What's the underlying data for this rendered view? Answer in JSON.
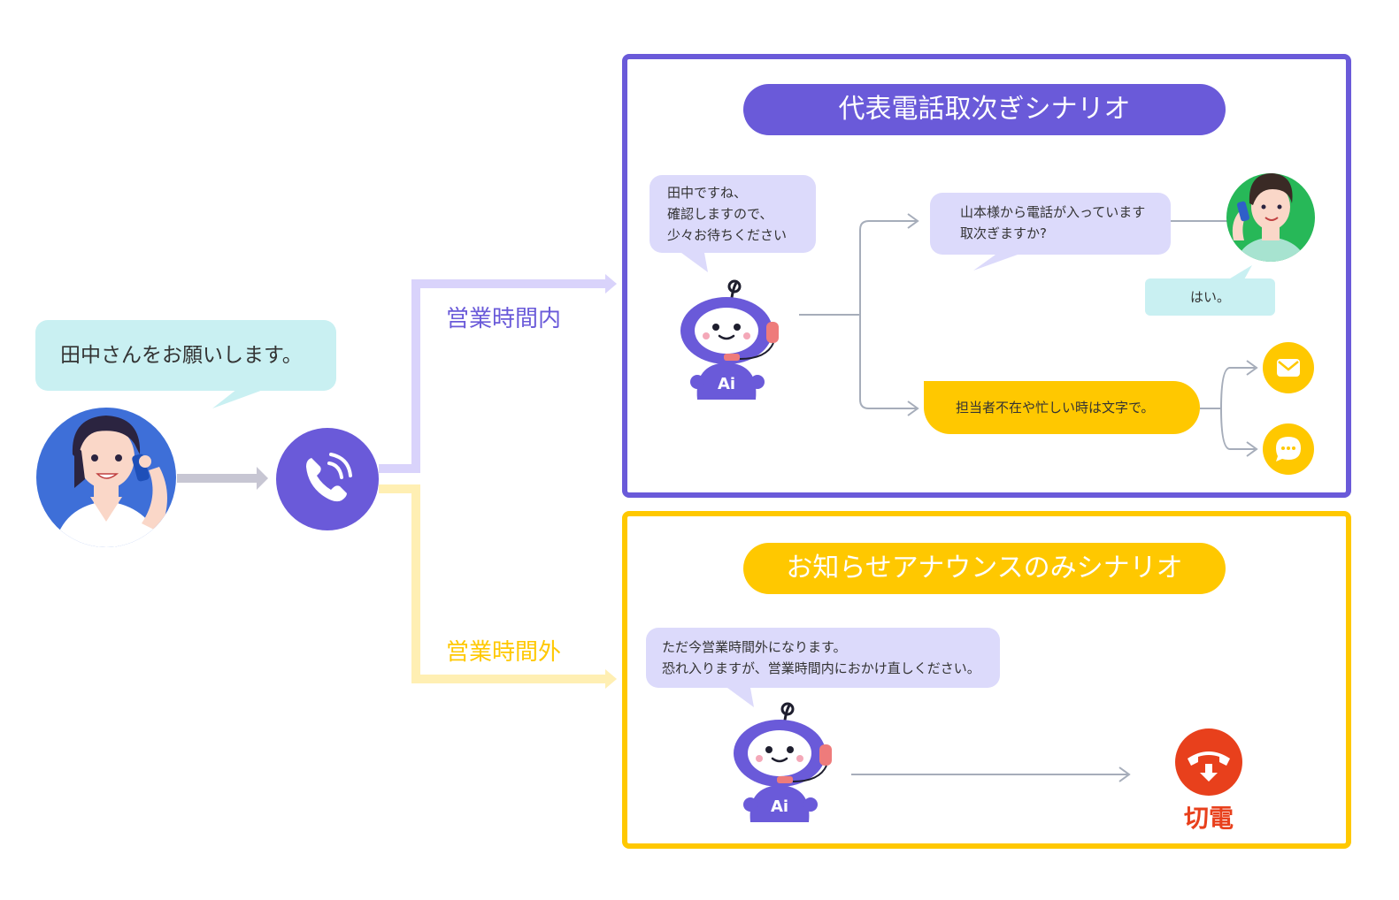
{
  "caller": {
    "speech": "田中さんをお願いします。"
  },
  "branches": {
    "in_hours_label": "営業時間内",
    "out_hours_label": "営業時間外"
  },
  "scenario1": {
    "title": "代表電話取次ぎシナリオ",
    "ai_speech": "田中ですね、\n確認しますので、\n少々お待ちください",
    "transfer_prompt": "山本様から電話が入っています\n取次ぎますか?",
    "reply": "はい。",
    "absent_message": "担当者不在や忙しい時は文字で。",
    "robot_badge": "Ai"
  },
  "scenario2": {
    "title": "お知らせアナウンスのみシナリオ",
    "ai_speech": "ただ今営業時間外になります。\n恐れ入りますが、営業時間内におかけ直しください。",
    "robot_badge": "Ai",
    "hangup_label": "切電"
  },
  "colors": {
    "purple": "#6A5AD9",
    "yellow": "#FFC800",
    "lavender_bubble": "#DCDAFB",
    "cyan_bubble": "#C9F0F2",
    "hangup_red": "#E8401C",
    "connector_gray": "#A6ADBA"
  }
}
